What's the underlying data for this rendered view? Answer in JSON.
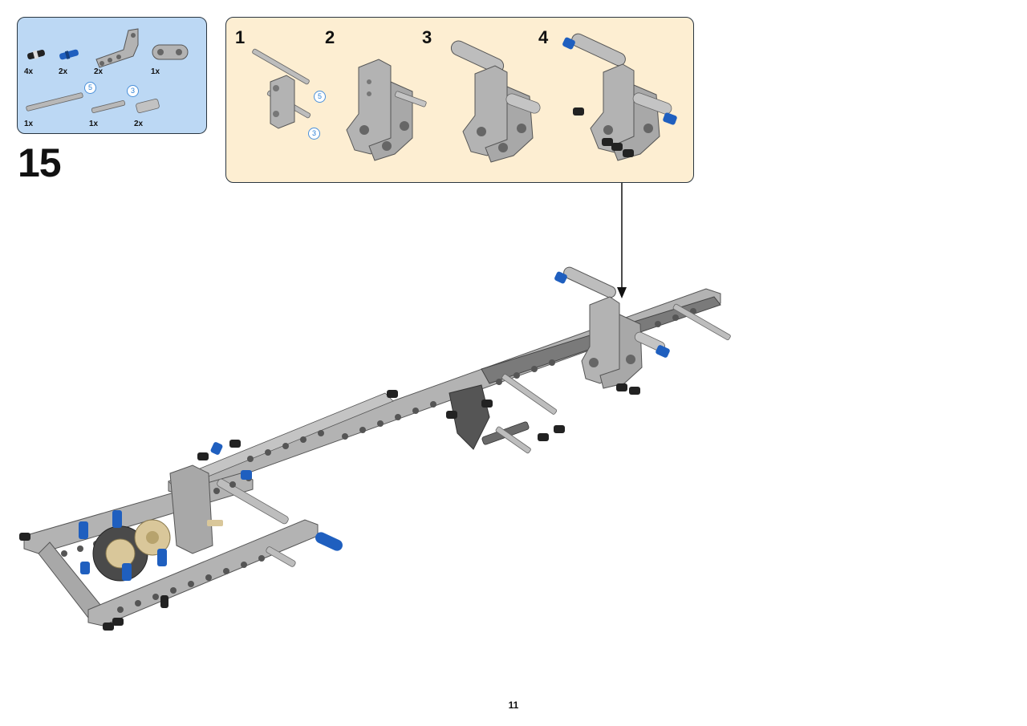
{
  "step": {
    "number": "15"
  },
  "parts_list": [
    {
      "qty": "4x",
      "icon": "black-friction-pin-icon"
    },
    {
      "qty": "2x",
      "icon": "blue-axle-pin-icon"
    },
    {
      "qty": "2x",
      "icon": "angled-beam-icon"
    },
    {
      "qty": "1x",
      "icon": "cross-block-icon"
    },
    {
      "qty": "1x",
      "icon": "axle-5-icon",
      "callout": "5"
    },
    {
      "qty": "1x",
      "icon": "axle-3-icon",
      "callout": "3"
    },
    {
      "qty": "2x",
      "icon": "bush-icon"
    }
  ],
  "sub_steps": [
    {
      "label": "1",
      "callouts": [
        "5",
        "3"
      ]
    },
    {
      "label": "2"
    },
    {
      "label": "3"
    },
    {
      "label": "4"
    }
  ],
  "colors": {
    "parts_panel_bg": "#bcd8f4",
    "sub_panel_bg": "#fdeed2",
    "brick_grey": "#a9a9a9",
    "brick_blue": "#1f5fbf",
    "brick_tan": "#d9c79a"
  },
  "page": {
    "number": "11"
  }
}
